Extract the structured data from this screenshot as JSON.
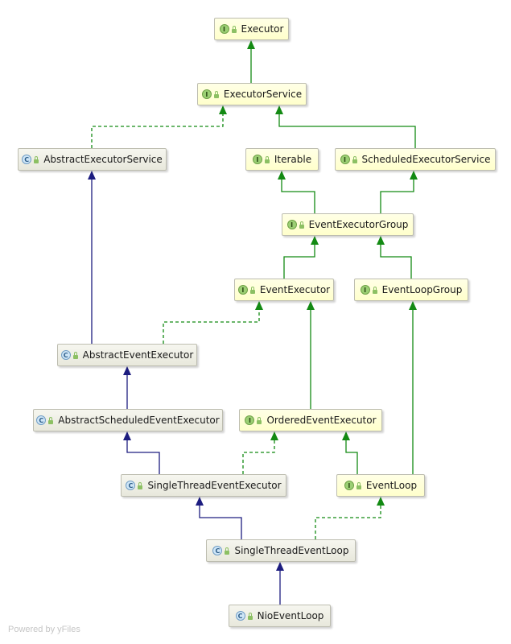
{
  "diagram": {
    "nodes": [
      {
        "id": "executor",
        "label": "Executor",
        "kind": "I"
      },
      {
        "id": "executor-service",
        "label": "ExecutorService",
        "kind": "I"
      },
      {
        "id": "abstract-executor-service",
        "label": "AbstractExecutorService",
        "kind": "C"
      },
      {
        "id": "iterable",
        "label": "Iterable",
        "kind": "I"
      },
      {
        "id": "scheduled-executor-service",
        "label": "ScheduledExecutorService",
        "kind": "I"
      },
      {
        "id": "event-executor-group",
        "label": "EventExecutorGroup",
        "kind": "I"
      },
      {
        "id": "event-executor",
        "label": "EventExecutor",
        "kind": "I"
      },
      {
        "id": "event-loop-group",
        "label": "EventLoopGroup",
        "kind": "I"
      },
      {
        "id": "abstract-event-executor",
        "label": "AbstractEventExecutor",
        "kind": "C"
      },
      {
        "id": "abstract-scheduled-event-executor",
        "label": "AbstractScheduledEventExecutor",
        "kind": "C"
      },
      {
        "id": "ordered-event-executor",
        "label": "OrderedEventExecutor",
        "kind": "I"
      },
      {
        "id": "single-thread-event-executor",
        "label": "SingleThreadEventExecutor",
        "kind": "C"
      },
      {
        "id": "event-loop",
        "label": "EventLoop",
        "kind": "I"
      },
      {
        "id": "single-thread-event-loop",
        "label": "SingleThreadEventLoop",
        "kind": "C"
      },
      {
        "id": "nio-event-loop",
        "label": "NioEventLoop",
        "kind": "C"
      }
    ],
    "edges": [
      {
        "from": "executor-service",
        "to": "executor",
        "type": "extends-interface"
      },
      {
        "from": "abstract-executor-service",
        "to": "executor-service",
        "type": "implements"
      },
      {
        "from": "scheduled-executor-service",
        "to": "executor-service",
        "type": "extends-interface"
      },
      {
        "from": "event-executor-group",
        "to": "iterable",
        "type": "extends-interface"
      },
      {
        "from": "event-executor-group",
        "to": "scheduled-executor-service",
        "type": "extends-interface"
      },
      {
        "from": "event-executor",
        "to": "event-executor-group",
        "type": "extends-interface"
      },
      {
        "from": "event-loop-group",
        "to": "event-executor-group",
        "type": "extends-interface"
      },
      {
        "from": "abstract-event-executor",
        "to": "abstract-executor-service",
        "type": "extends-class"
      },
      {
        "from": "abstract-event-executor",
        "to": "event-executor",
        "type": "implements"
      },
      {
        "from": "abstract-scheduled-event-executor",
        "to": "abstract-event-executor",
        "type": "extends-class"
      },
      {
        "from": "ordered-event-executor",
        "to": "event-executor",
        "type": "extends-interface"
      },
      {
        "from": "single-thread-event-executor",
        "to": "abstract-scheduled-event-executor",
        "type": "extends-class"
      },
      {
        "from": "single-thread-event-executor",
        "to": "ordered-event-executor",
        "type": "implements"
      },
      {
        "from": "event-loop",
        "to": "ordered-event-executor",
        "type": "extends-interface"
      },
      {
        "from": "event-loop",
        "to": "event-loop-group",
        "type": "extends-interface"
      },
      {
        "from": "single-thread-event-loop",
        "to": "single-thread-event-executor",
        "type": "extends-class"
      },
      {
        "from": "single-thread-event-loop",
        "to": "event-loop",
        "type": "implements"
      },
      {
        "from": "nio-event-loop",
        "to": "single-thread-event-loop",
        "type": "extends-class"
      }
    ],
    "colors": {
      "interface_edge": "#138a13",
      "class_edge": "#1d1d80"
    }
  },
  "footer": {
    "text": "Powered by yFiles"
  }
}
